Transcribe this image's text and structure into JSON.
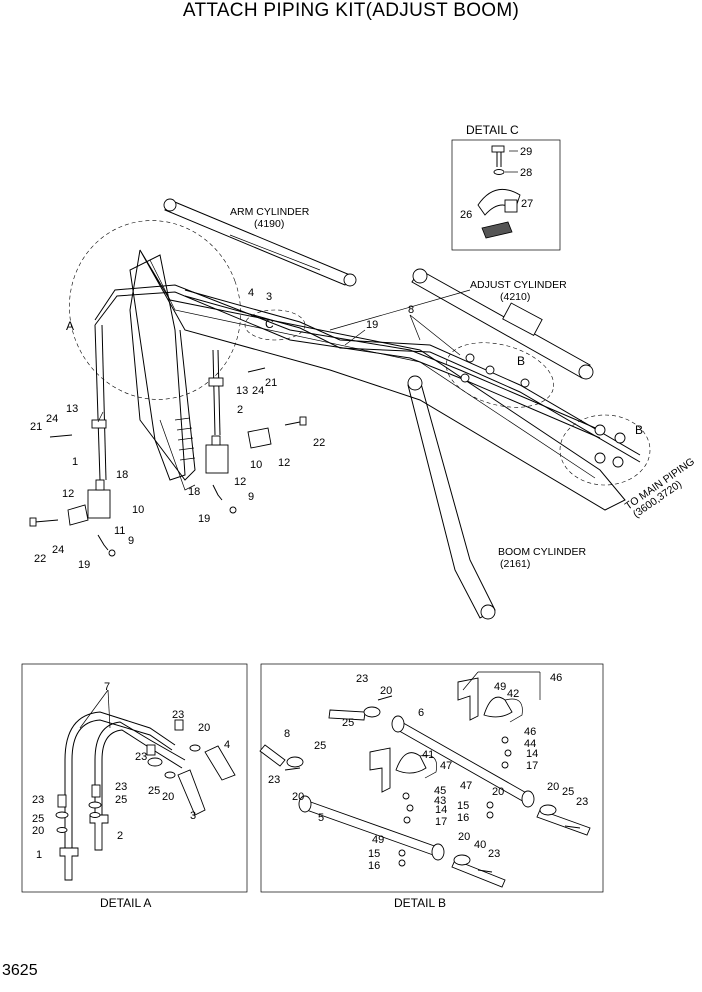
{
  "title": "ATTACH PIPING KIT(ADJUST BOOM)",
  "page_number": "3625",
  "labels": {
    "detail_c_title": "DETAIL  C",
    "detail_a_caption": "DETAIL A",
    "detail_b_caption": "DETAIL B",
    "arm_cylinder": "ARM CYLINDER",
    "arm_cylinder_ref": "(4190)",
    "adjust_cylinder": "ADJUST CYLINDER",
    "adjust_cylinder_ref": "(4210)",
    "boom_cylinder": "BOOM CYLINDER",
    "boom_cylinder_ref": "(2161)",
    "to_main_piping": "TO MAIN PIPING",
    "to_main_piping_ref": "(3600,3720)",
    "callout_a": "A",
    "callout_b1": "B",
    "callout_b2": "B",
    "callout_c": "C"
  },
  "main_numbers": [
    "1",
    "2",
    "3",
    "4",
    "8",
    "9",
    "9",
    "10",
    "10",
    "11",
    "12",
    "12",
    "12",
    "13",
    "13",
    "18",
    "18",
    "19",
    "19",
    "19",
    "21",
    "21",
    "22",
    "22",
    "24",
    "24",
    "24"
  ],
  "detail_c_numbers": [
    "26",
    "27",
    "28",
    "29"
  ],
  "detail_a_numbers": [
    "1",
    "2",
    "3",
    "4",
    "7",
    "20",
    "20",
    "20",
    "23",
    "23",
    "23",
    "23",
    "25",
    "25",
    "25"
  ],
  "detail_b_numbers": [
    "5",
    "6",
    "8",
    "14",
    "14",
    "15",
    "15",
    "16",
    "16",
    "17",
    "17",
    "20",
    "20",
    "20",
    "20",
    "20",
    "23",
    "23",
    "23",
    "23",
    "25",
    "25",
    "25",
    "40",
    "41",
    "42",
    "43",
    "44",
    "45",
    "46",
    "46",
    "47",
    "47",
    "49",
    "49"
  ]
}
